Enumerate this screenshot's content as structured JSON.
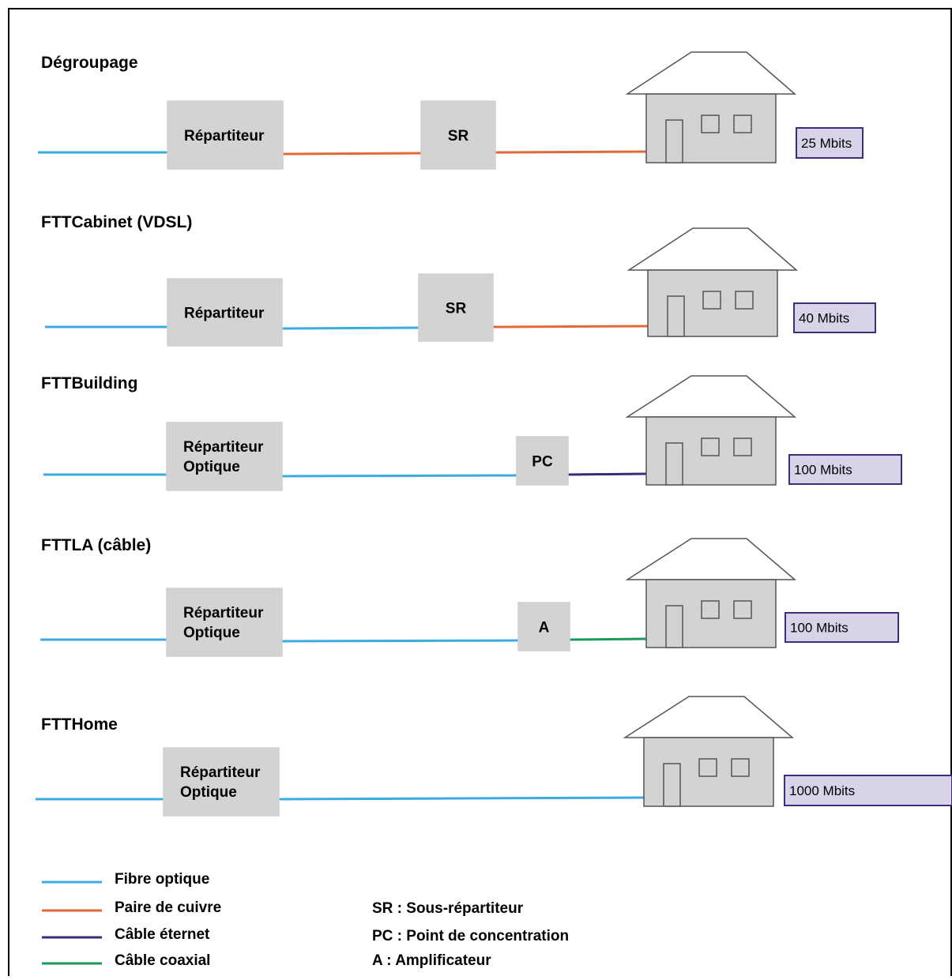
{
  "colors": {
    "fibre": "#3aace0",
    "copper": "#e06a35",
    "ethernet": "#3b2a78",
    "coax": "#1a9a5a",
    "box_fill": "#d3d3d3",
    "box_border": "#cfcfcf",
    "speed_fill": "#d9d3ea",
    "speed_border": "#3d2d7a",
    "house_stroke": "#555555"
  },
  "rows": [
    {
      "title": "Dégroupage",
      "repartiteur": [
        "Répartiteur"
      ],
      "node": "SR",
      "segment2": "copper",
      "segment3": "copper",
      "speed": "25 Mbits"
    },
    {
      "title": "FTTCabinet (VDSL)",
      "repartiteur": [
        "Répartiteur"
      ],
      "node": "SR",
      "segment2": "fibre",
      "segment3": "copper",
      "speed": "40 Mbits"
    },
    {
      "title": "FTTBuilding",
      "repartiteur": [
        "Répartiteur",
        "Optique"
      ],
      "node": "PC",
      "segment2": "fibre",
      "segment3": "ethernet",
      "speed": "100 Mbits"
    },
    {
      "title": "FTTLA (câble)",
      "repartiteur": [
        "Répartiteur",
        "Optique"
      ],
      "node": "A",
      "segment2": "fibre",
      "segment3": "coax",
      "speed": "100 Mbits"
    },
    {
      "title": "FTTHome",
      "repartiteur": [
        "Répartiteur",
        "Optique"
      ],
      "node": "",
      "segment2": "fibre",
      "segment3": "",
      "speed": "1000 Mbits"
    }
  ],
  "legend": {
    "lines": [
      {
        "label": "Fibre optique",
        "color_key": "fibre"
      },
      {
        "label": "Paire de cuivre",
        "color_key": "copper"
      },
      {
        "label": "Câble éternet",
        "color_key": "ethernet"
      },
      {
        "label": "Câble coaxial",
        "color_key": "coax"
      }
    ],
    "abbreviations": [
      "SR : Sous-répartiteur",
      "PC : Point de concentration",
      "A : Amplificateur"
    ]
  }
}
